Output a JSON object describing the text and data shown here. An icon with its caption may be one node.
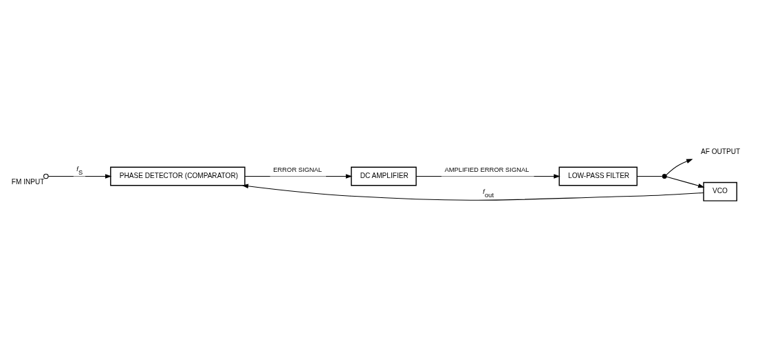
{
  "diagram": {
    "nodes": [
      {
        "text": [],
        "shape": "circle",
        "beside": [
          "FM INPUT"
        ]
      },
      {
        "text": [
          "PHASE DETECTOR (COMPARATOR)"
        ]
      },
      {
        "text": [
          "DC AMPLIFIER"
        ]
      },
      {
        "text": [
          "LOW-PASS FILTER"
        ]
      },
      {
        "text": [],
        "shape": "circle"
      },
      {
        "text": [
          "AF OUTPUT"
        ]
      },
      {
        "text": [
          "VCO"
        ]
      }
    ],
    "edges": [
      {
        "from": 0,
        "to": 1,
        "arrow": "to",
        "label": "*f*$_{S}$"
      },
      {
        "from": 1,
        "to": 2,
        "arrow": "to",
        "label": "ERROR SIGNAL"
      },
      {
        "from": 2,
        "to": 3,
        "arrow": "to",
        "label": "AMPLIFIED ERROR SIGNAL"
      },
      {
        "from": 3,
        "to": 4,
        "arrow": "none"
      },
      {
        "from": 4,
        "to": 5,
        "arrow": "to"
      },
      {
        "from": 4,
        "to": 6,
        "arrow": "to"
      },
      {
        "from": 6,
        "to": 1,
        "arrow": "to",
        "label": "*f*$_{out}$"
      }
    ]
  }
}
